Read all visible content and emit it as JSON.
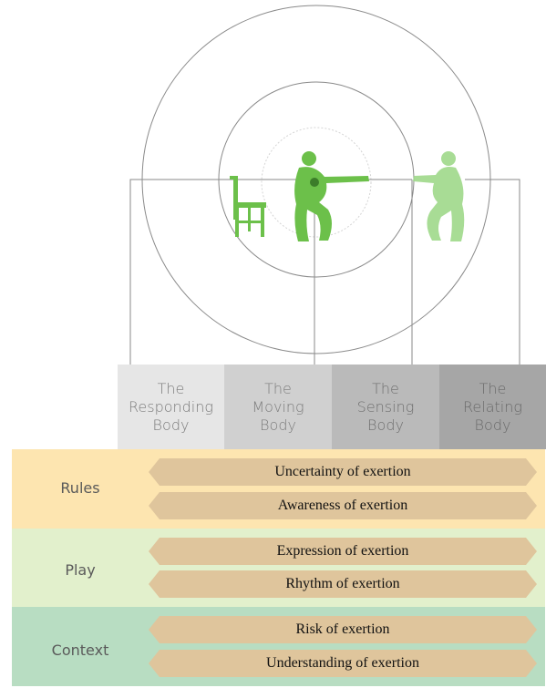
{
  "diagram": {
    "icons": [
      "chair-icon",
      "squatting-person-icon",
      "partner-person-icon"
    ],
    "colors": {
      "circle_line": "#8a8a8a",
      "figure_green": "#6cc04a",
      "figure_green_light": "#9fd98a",
      "connector_line": "#8a8a8a"
    }
  },
  "bodies": [
    {
      "label": "The\nResponding\nBody",
      "bg": "#e6e6e6",
      "fg": "#7a7a7a"
    },
    {
      "label": "The\nMoving\nBody",
      "bg": "#d0d0d0",
      "fg": "#7c7c7c"
    },
    {
      "label": "The\nSensing\nBody",
      "bg": "#bababa",
      "fg": "#6f6f6f"
    },
    {
      "label": "The\nRelating\nBody",
      "bg": "#a6a6a6",
      "fg": "#6a6a6a"
    }
  ],
  "bands": [
    {
      "label": "Rules",
      "bg": "#fde5b0",
      "items": [
        "Uncertainty of exertion",
        "Awareness of exertion"
      ]
    },
    {
      "label": "Play",
      "bg": "#e2f0cc",
      "items": [
        "Expression of exertion",
        "Rhythm of exertion"
      ]
    },
    {
      "label": "Context",
      "bg": "#b8ddc2",
      "items": [
        "Risk of exertion",
        "Understanding of exertion"
      ]
    }
  ],
  "pill_color": "#dfc59c"
}
